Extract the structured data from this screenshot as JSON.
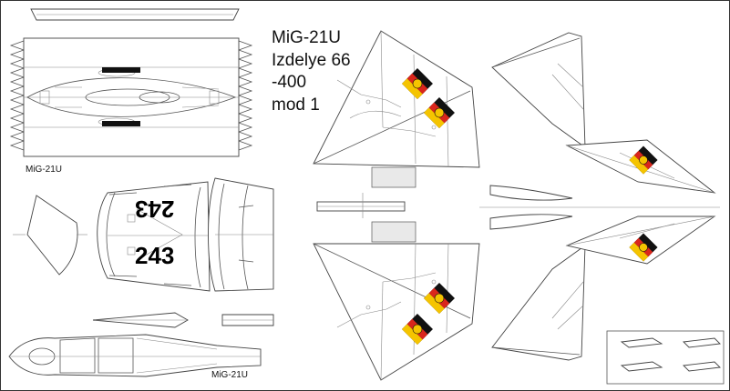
{
  "sheet": {
    "title_lines": [
      "MiG-21U",
      "Izdelye 66",
      "-400",
      "mod 1"
    ],
    "fuselage_top_caption": "MiG-21U",
    "canopy_caption": "MiG-21U",
    "tail_number": "243"
  },
  "colors": {
    "outline": "#555555",
    "roundel_red": "#d9261c",
    "roundel_yellow": "#f5c400",
    "roundel_black": "#111111",
    "stripe_black": "#111111"
  },
  "markings": {
    "insignia": "East German roundel (black-red-gold with emblem)",
    "insignia_count": 6
  }
}
